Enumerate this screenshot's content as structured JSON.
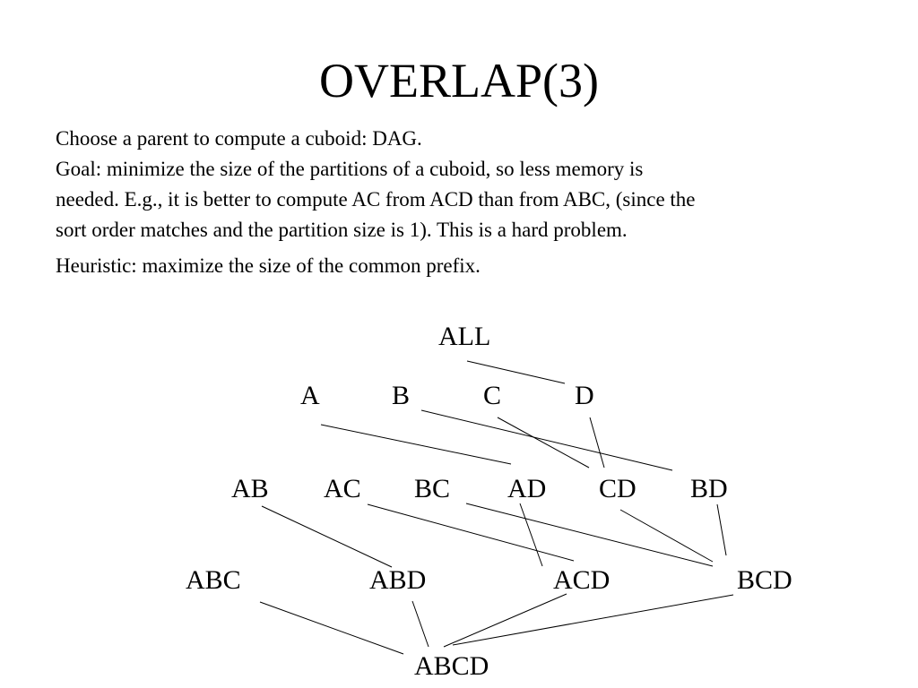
{
  "title": "OVERLAP(3)",
  "paragraph_lines": [
    "Choose a parent to compute a cuboid: DAG.",
    "Goal: minimize the size of the partitions of a cuboid, so less memory is",
    "needed. E.g., it is better to compute AC from ACD than from ABC, (since the",
    "sort order matches and the partition size is 1). This is a hard problem.",
    "Heuristic: maximize the size of the common prefix."
  ],
  "dag": {
    "nodes": [
      "ALL",
      "A",
      "B",
      "C",
      "D",
      "AB",
      "AC",
      "BC",
      "AD",
      "CD",
      "BD",
      "ABC",
      "ABD",
      "ACD",
      "BCD",
      "ABCD"
    ],
    "edges": [
      [
        "ALL",
        "D"
      ],
      [
        "A",
        "AD"
      ],
      [
        "B",
        "BD"
      ],
      [
        "C",
        "CD"
      ],
      [
        "D",
        "CD"
      ],
      [
        "AB",
        "ABD"
      ],
      [
        "AC",
        "ACD"
      ],
      [
        "BC",
        "BCD"
      ],
      [
        "AD",
        "ACD"
      ],
      [
        "CD",
        "BCD"
      ],
      [
        "BD",
        "BCD"
      ],
      [
        "ABC",
        "ABCD"
      ],
      [
        "ABD",
        "ABCD"
      ],
      [
        "ACD",
        "ABCD"
      ],
      [
        "BCD",
        "ABCD"
      ]
    ]
  }
}
